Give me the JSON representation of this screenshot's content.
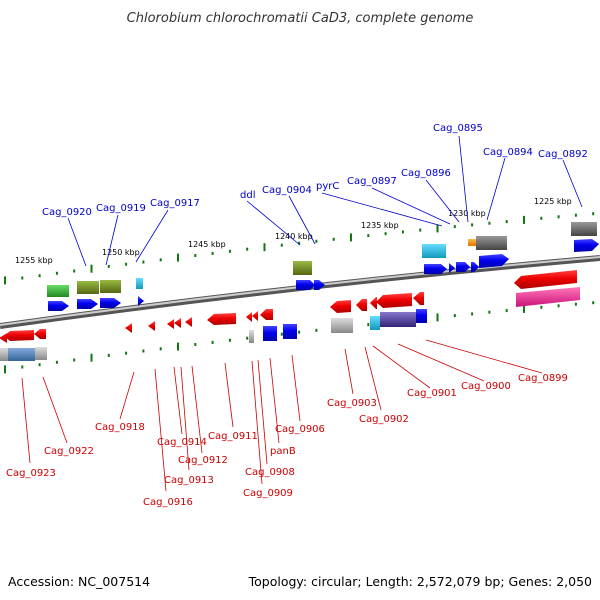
{
  "title": "Chlorobium chlorochromatii CaD3, complete genome",
  "footer": {
    "accession": "Accession: NC_007514",
    "topology": "Topology: circular; Length: 2,572,079 bp; Genes: 2,050"
  },
  "scale_labels": [
    "1255 kbp",
    "1250 kbp",
    "1245 kbp",
    "1240 kbp",
    "1235 kbp",
    "1230 kbp",
    "1225 kbp"
  ],
  "forward_labels": [
    "Cag_0920",
    "Cag_0919",
    "Cag_0917",
    "ddl",
    "Cag_0904",
    "pyrC",
    "Cag_0897",
    "Cag_0896",
    "Cag_0895",
    "Cag_0894",
    "Cag_0892"
  ],
  "reverse_labels": [
    "Cag_0923",
    "Cag_0922",
    "Cag_0918",
    "Cag_0916",
    "Cag_0914",
    "Cag_0913",
    "Cag_0912",
    "Cag_0911",
    "Cag_0909",
    "Cag_0908",
    "panB",
    "Cag_0906",
    "Cag_0903",
    "Cag_0902",
    "Cag_0901",
    "Cag_0900",
    "Cag_0899"
  ],
  "colors": {
    "forward_gene": "#0000ee",
    "reverse_gene": "#ee0000",
    "backbone": "#888888",
    "tick": "#117711",
    "forward_label": "#0000cc",
    "reverse_label": "#cc0000",
    "cog_green": "#33bb33",
    "cog_olive": "#77992a",
    "cog_cyan": "#22bbdd",
    "cog_grey": "#999999",
    "cog_darkgrey": "#666666",
    "cog_red": "#ee1111",
    "cog_pink": "#ee3399",
    "cog_purple": "#554499",
    "cog_steel": "#5588bb",
    "cog_orange": "#ff9900"
  }
}
